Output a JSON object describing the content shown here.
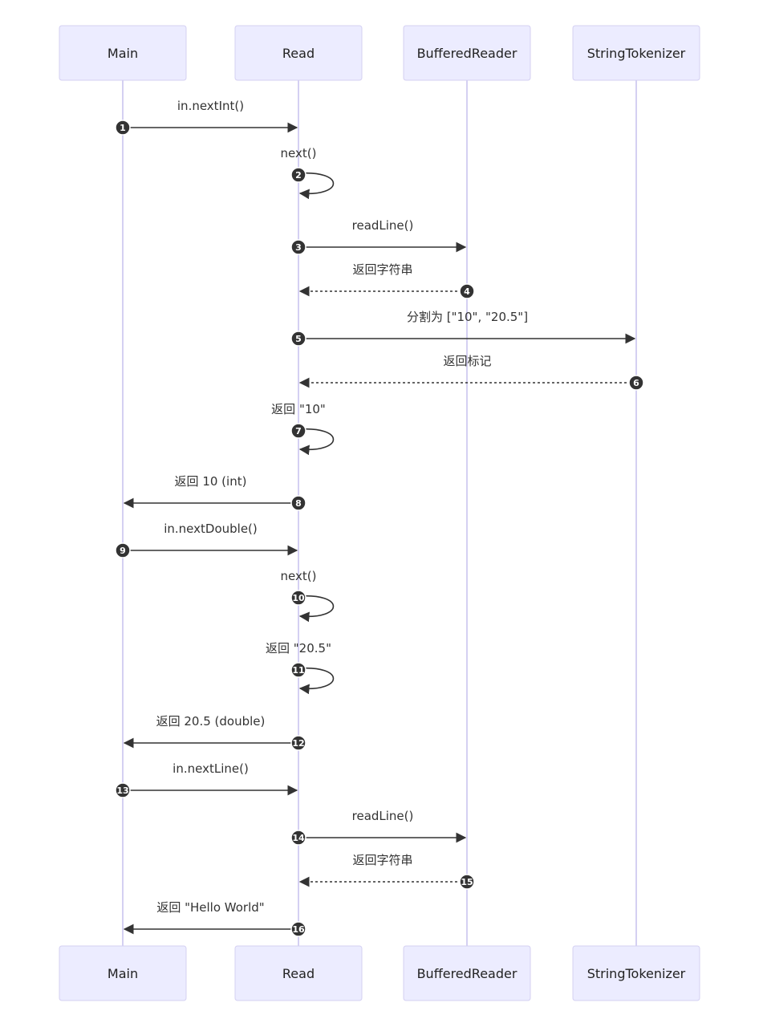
{
  "participants": [
    {
      "id": "main",
      "label": "Main"
    },
    {
      "id": "read",
      "label": "Read"
    },
    {
      "id": "br",
      "label": "BufferedReader"
    },
    {
      "id": "st",
      "label": "StringTokenizer"
    }
  ],
  "messages": [
    {
      "n": "1",
      "from": "main",
      "to": "read",
      "text": "in.nextInt()",
      "style": "solid"
    },
    {
      "n": "2",
      "from": "read",
      "to": "read",
      "text": "next()",
      "style": "solid"
    },
    {
      "n": "3",
      "from": "read",
      "to": "br",
      "text": "readLine()",
      "style": "solid"
    },
    {
      "n": "4",
      "from": "br",
      "to": "read",
      "text": "返回字符串",
      "style": "dashed"
    },
    {
      "n": "5",
      "from": "read",
      "to": "st",
      "text": "分割为 [\"10\", \"20.5\"]",
      "style": "solid"
    },
    {
      "n": "6",
      "from": "st",
      "to": "read",
      "text": "返回标记",
      "style": "dashed"
    },
    {
      "n": "7",
      "from": "read",
      "to": "read",
      "text": "返回 \"10\"",
      "style": "solid"
    },
    {
      "n": "8",
      "from": "read",
      "to": "main",
      "text": "返回 10 (int)",
      "style": "solid"
    },
    {
      "n": "9",
      "from": "main",
      "to": "read",
      "text": "in.nextDouble()",
      "style": "solid"
    },
    {
      "n": "10",
      "from": "read",
      "to": "read",
      "text": "next()",
      "style": "solid"
    },
    {
      "n": "11",
      "from": "read",
      "to": "read",
      "text": "返回 \"20.5\"",
      "style": "solid"
    },
    {
      "n": "12",
      "from": "read",
      "to": "main",
      "text": "返回 20.5 (double)",
      "style": "solid"
    },
    {
      "n": "13",
      "from": "main",
      "to": "read",
      "text": "in.nextLine()",
      "style": "solid"
    },
    {
      "n": "14",
      "from": "read",
      "to": "br",
      "text": "readLine()",
      "style": "solid"
    },
    {
      "n": "15",
      "from": "br",
      "to": "read",
      "text": "返回字符串",
      "style": "dashed"
    },
    {
      "n": "16",
      "from": "read",
      "to": "main",
      "text": "返回 \"Hello World\"",
      "style": "solid"
    }
  ]
}
